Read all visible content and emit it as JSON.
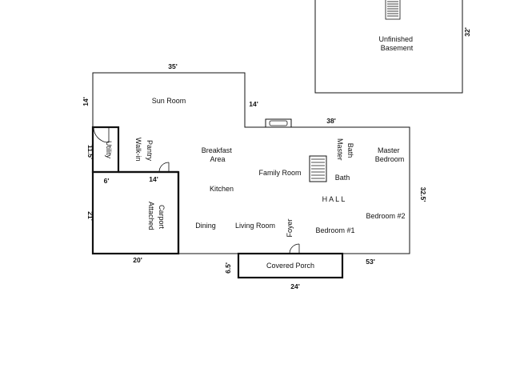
{
  "rooms": {
    "unfinished_basement": [
      "Unfinished",
      "Basement"
    ],
    "sun_room": "Sun Room",
    "utility": "Utility",
    "walk_in_pantry": [
      "Walk-in",
      "Pantry"
    ],
    "breakfast_area": [
      "Breakfast",
      "Area"
    ],
    "kitchen": "Kitchen",
    "family_room": "Family Room",
    "master_bath": [
      "Master",
      "Bath"
    ],
    "master_bedroom": [
      "Master",
      "Bedroom"
    ],
    "bath": "Bath",
    "hall": "H A L L",
    "bedroom_2": "Bedroom #2",
    "bedroom_1": "Bedroom #1",
    "attached_carport": [
      "Attached",
      "Carport"
    ],
    "dining": "Dining",
    "living_room": "Living Room",
    "foyer": "Foyer",
    "covered_porch": "Covered Porch"
  },
  "dimensions": {
    "basement_side": "32'",
    "sun_room_width": "35'",
    "sun_room_depth": "14'",
    "sun_room_right": "14'",
    "house_right_top": "38'",
    "utility_depth": "11.5'",
    "utility_width": "6'",
    "pantry_width": "14'",
    "carport_depth": "21'",
    "carport_width": "20'",
    "house_depth": "32.5'",
    "porch_depth": "6.5'",
    "porch_width": "24'",
    "house_bottom": "53'"
  }
}
